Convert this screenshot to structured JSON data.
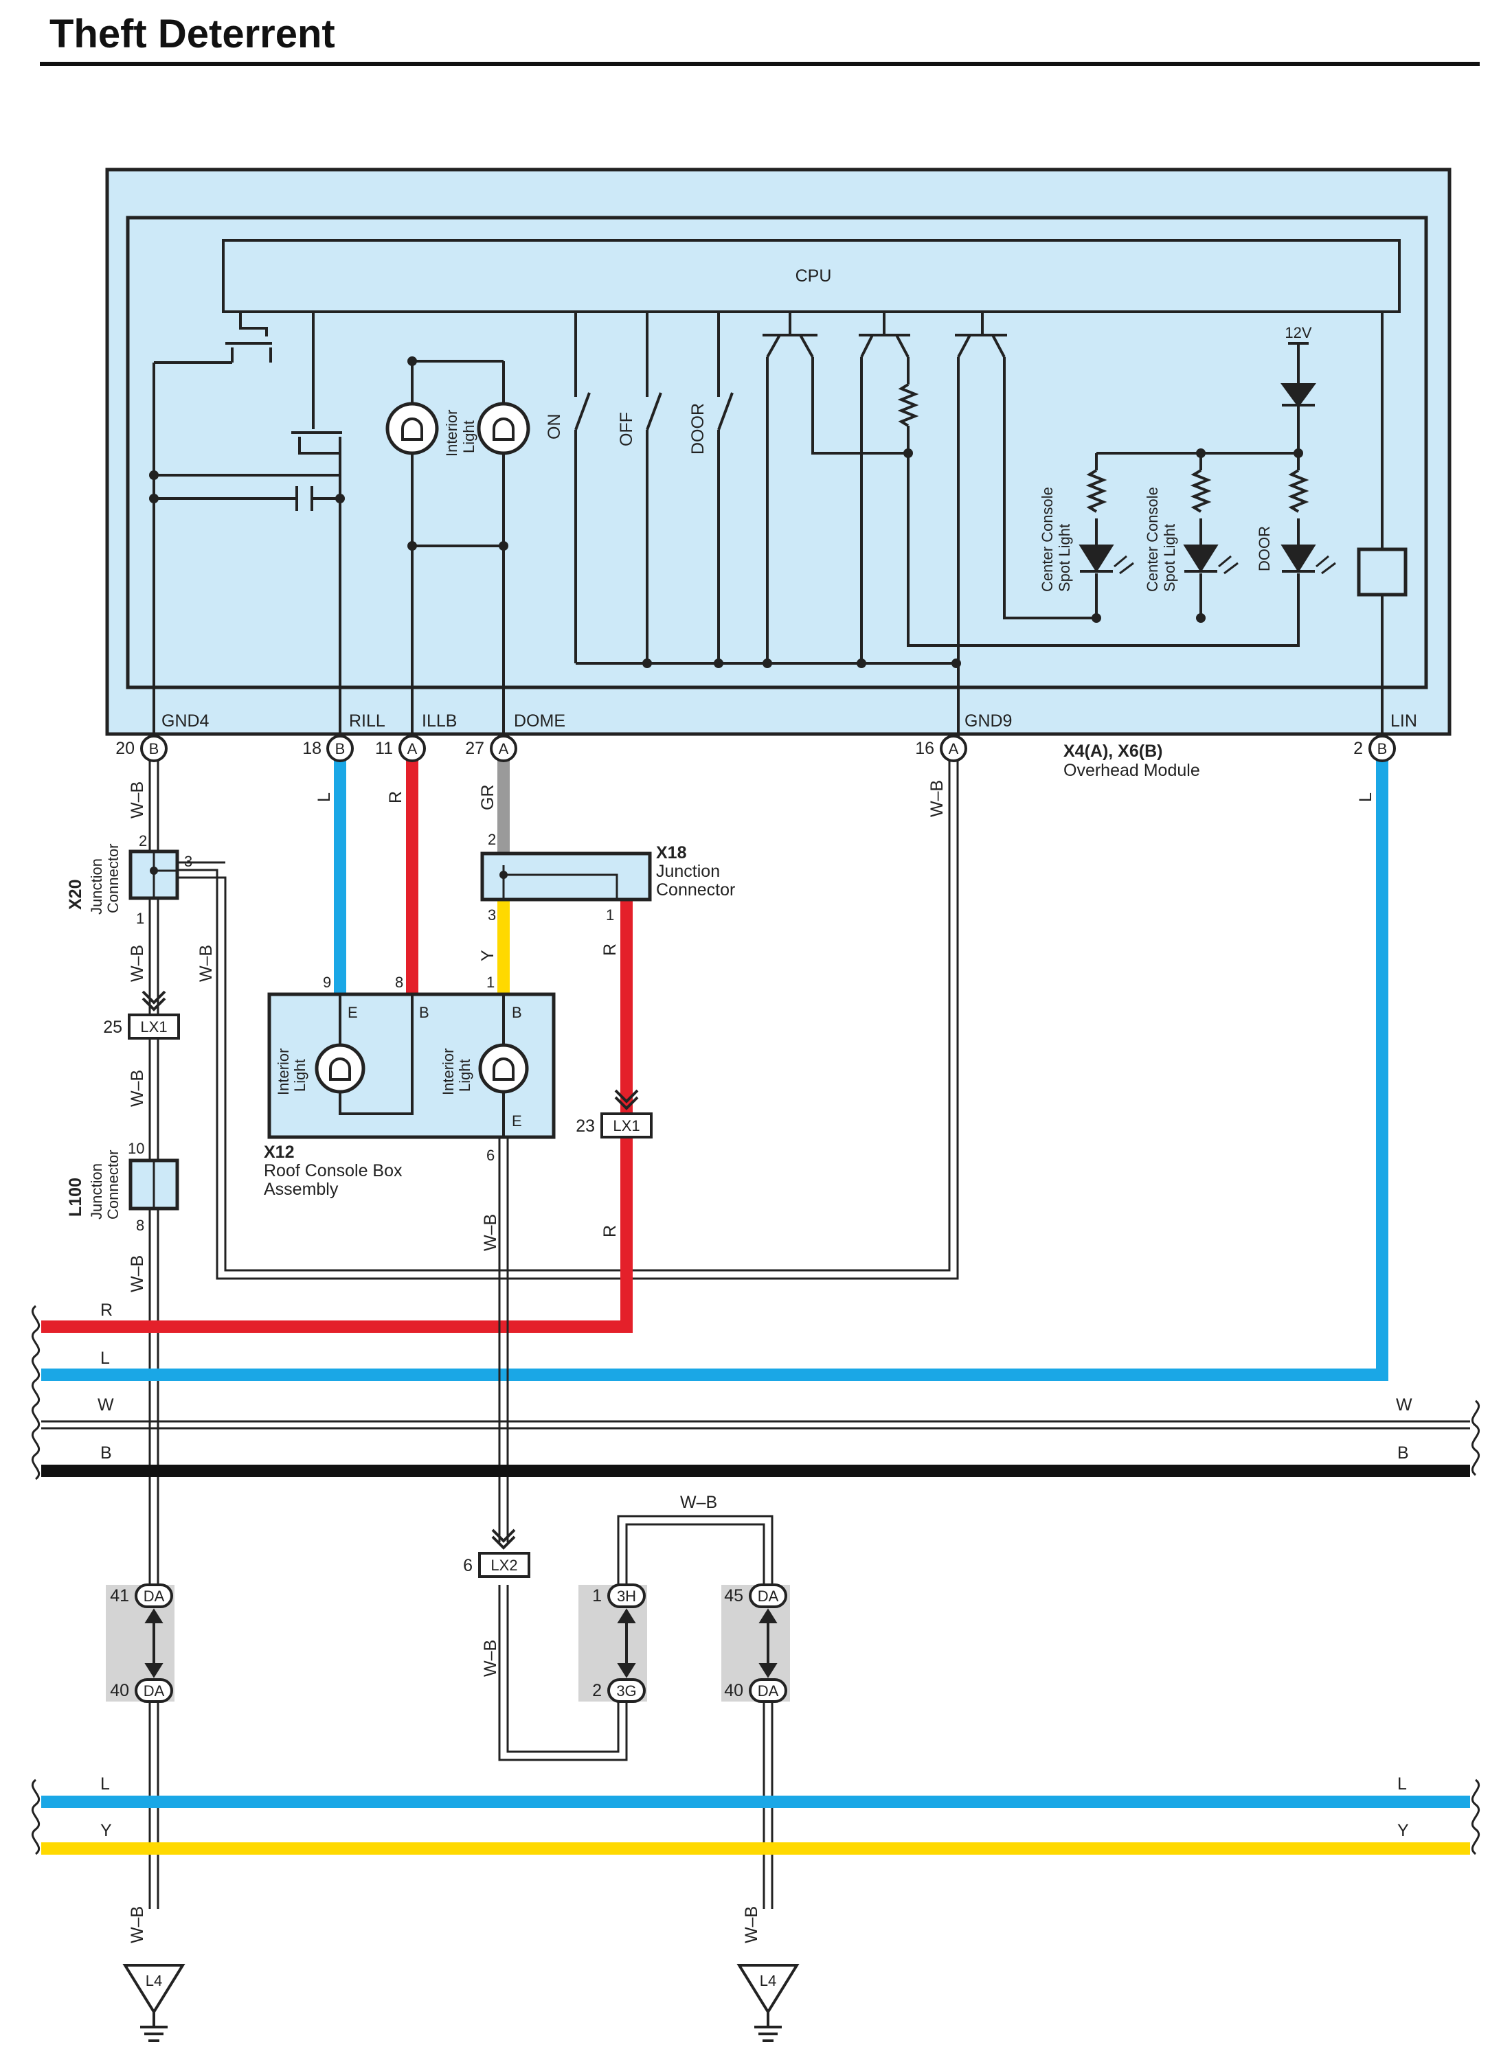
{
  "title": "Theft Deterrent",
  "module": {
    "cpu_label": "CPU",
    "name": "X4(A), X6(B)",
    "desc": "Overhead Module",
    "volt": "12V",
    "pins": {
      "gnd4": {
        "name": "GND4",
        "num": "20",
        "conn": "B"
      },
      "rill": {
        "name": "RILL",
        "num": "18",
        "conn": "B"
      },
      "illb": {
        "name": "ILLB",
        "num": "11",
        "conn": "A"
      },
      "dome": {
        "name": "DOME",
        "num": "27",
        "conn": "A"
      },
      "gnd9": {
        "name": "GND9",
        "num": "16",
        "conn": "A"
      },
      "lin": {
        "name": "LIN",
        "num": "2",
        "conn": "B"
      }
    },
    "switches": {
      "on": "ON",
      "off": "OFF",
      "door": "DOOR"
    },
    "interior_light": [
      "Interior",
      "Light"
    ],
    "spot_light": [
      "Center Console",
      "Spot Light"
    ],
    "door_led": "DOOR"
  },
  "wires": {
    "wb": "W–B",
    "l": "L",
    "r": "R",
    "gr": "GR",
    "y": "Y",
    "w": "W",
    "b": "B"
  },
  "x20": {
    "id": "X20",
    "l1": "Junction",
    "l2": "Connector",
    "p2": "2",
    "p3": "3",
    "p1": "1"
  },
  "x18": {
    "id": "X18",
    "l1": "Junction",
    "l2": "Connector",
    "p2": "2",
    "p3": "3",
    "p1": "1"
  },
  "x12": {
    "id": "X12",
    "l1": "Roof Console Box",
    "l2": "Assembly",
    "p9": "9",
    "p8": "8",
    "p1": "1",
    "p6": "6",
    "e": "E",
    "b": "B"
  },
  "l100": {
    "id": "L100",
    "l1": "Junction",
    "l2": "Connector",
    "p10": "10",
    "p8": "8"
  },
  "lx1_left": {
    "label": "LX1",
    "pin": "25"
  },
  "lx1_right": {
    "label": "LX1",
    "pin": "23"
  },
  "lx2": {
    "label": "LX2",
    "pin": "6"
  },
  "da_left": {
    "label": "DA",
    "top": "41",
    "bot": "40"
  },
  "h3g": {
    "top_label": "3H",
    "bot_label": "3G",
    "top": "1",
    "bot": "2"
  },
  "da_right": {
    "label": "DA",
    "top": "45",
    "bot": "40"
  },
  "ground": "L4",
  "colors": {
    "module_bg": "#cde9f8",
    "blue": "#1aa7e6",
    "red": "#e4202a",
    "yellow": "#ffd900",
    "gray": "#9a9a9a",
    "black": "#111111",
    "shade": "#d4d4d4"
  }
}
